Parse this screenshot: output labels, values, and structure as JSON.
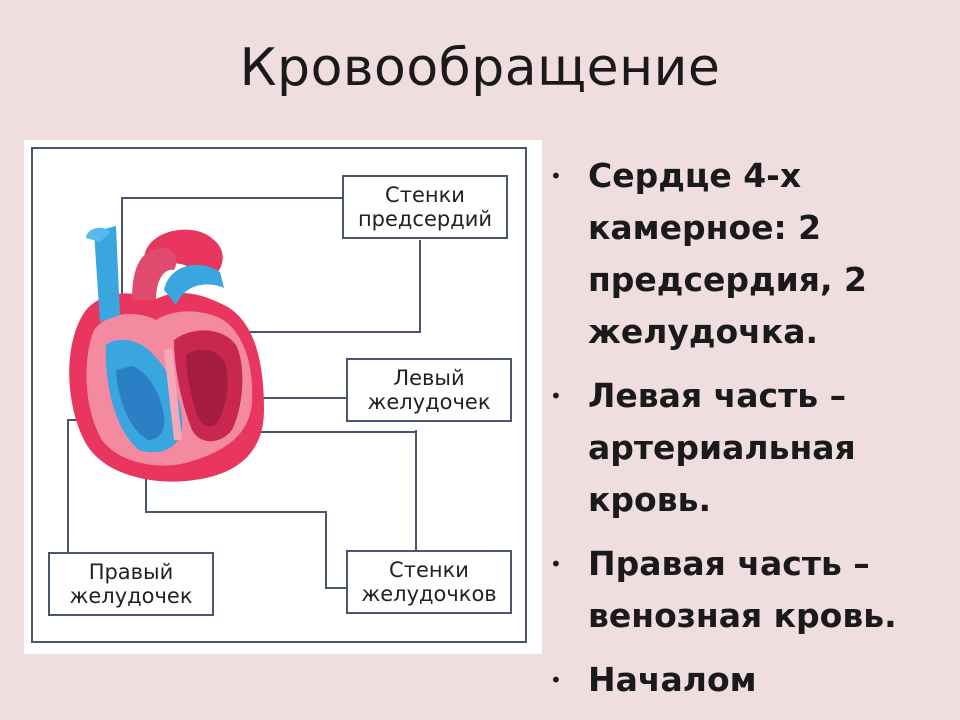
{
  "title": "Кровообращение",
  "diagram": {
    "labels": {
      "atria_walls": [
        "Стенки",
        "предсердий"
      ],
      "left_ventricle": [
        "Левый",
        "желудочек"
      ],
      "right_ventricle": [
        "Правый",
        "желудочек"
      ],
      "ventricle_walls": [
        "Стенки",
        "желудочков"
      ]
    }
  },
  "bullets": [
    {
      "dot": "•",
      "text": "Сердце 4-х камерное: 2 предсердия, 2 желудочка."
    },
    {
      "dot": "•",
      "text": "Левая часть – артериальная кровь."
    },
    {
      "dot": "•",
      "text": "Правая часть – венозная кровь."
    },
    {
      "dot": "•",
      "text": "Началом"
    }
  ],
  "colors": {
    "background": "#efdde0",
    "frame": "#4a5670",
    "arterial": "#e8365f",
    "venous": "#3aa6e0"
  }
}
